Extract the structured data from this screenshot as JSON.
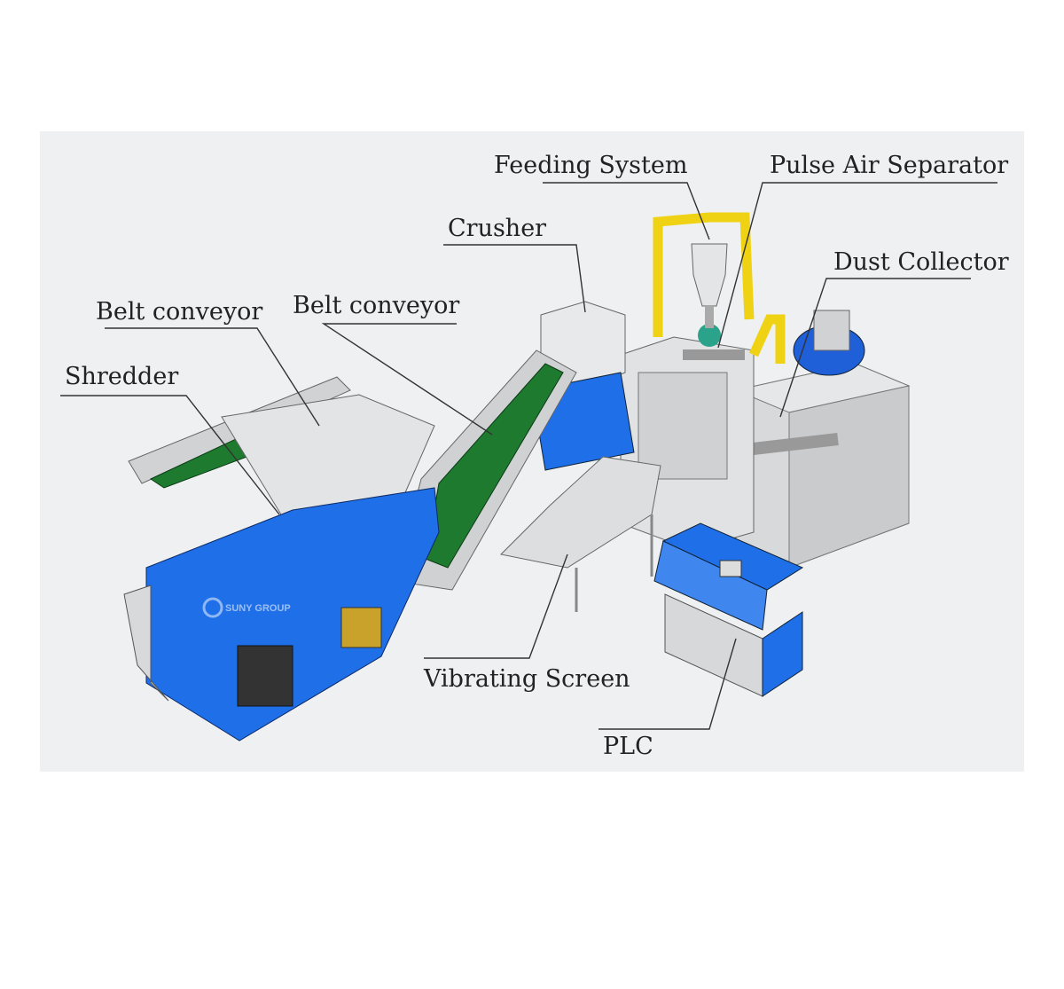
{
  "title": "Cable recycling machine layout",
  "watermark": "SUNY GROUP",
  "labels": {
    "feeding_system": "Feeding System",
    "pulse_air_separator": "Pulse Air Separator",
    "crusher": "Crusher",
    "dust_collector": "Dust Collector",
    "belt_conveyor_left": "Belt conveyor",
    "belt_conveyor_middle": "Belt conveyor",
    "shredder": "Shredder",
    "vibrating_screen": "Vibrating Screen",
    "plc": "PLC"
  },
  "colors": {
    "machine_blue": "#1f6fe8",
    "belt_green": "#1d7a2e",
    "pipe_yellow": "#f0d214",
    "steel_gray": "#d6d8da"
  }
}
